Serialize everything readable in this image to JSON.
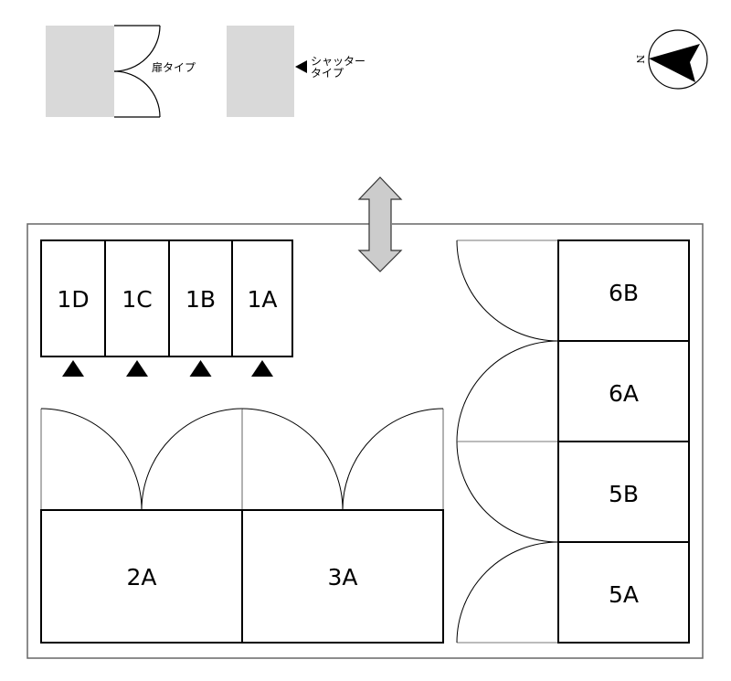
{
  "legend": {
    "door_type_label": "扉タイプ",
    "shutter_type_label_line1": "シャッター",
    "shutter_type_label_line2": "タイプ"
  },
  "compass": {
    "north_label": "N",
    "direction": "west"
  },
  "entrance": {
    "icon": "double-arrow-icon"
  },
  "colors": {
    "legend_fill": "#d9d9d9",
    "arrow_fill": "#cccccc",
    "outer_frame": "#666666",
    "line": "#000000"
  },
  "units": {
    "shutter_row": [
      {
        "id": "1D",
        "label": "1D",
        "type": "shutter"
      },
      {
        "id": "1C",
        "label": "1C",
        "type": "shutter"
      },
      {
        "id": "1B",
        "label": "1B",
        "type": "shutter"
      },
      {
        "id": "1A",
        "label": "1A",
        "type": "shutter"
      }
    ],
    "bottom_row": [
      {
        "id": "2A",
        "label": "2A",
        "type": "door"
      },
      {
        "id": "3A",
        "label": "3A",
        "type": "door"
      }
    ],
    "right_column": [
      {
        "id": "6B",
        "label": "6B",
        "type": "door"
      },
      {
        "id": "6A",
        "label": "6A",
        "type": "door"
      },
      {
        "id": "5B",
        "label": "5B",
        "type": "door"
      },
      {
        "id": "5A",
        "label": "5A",
        "type": "door"
      }
    ]
  }
}
